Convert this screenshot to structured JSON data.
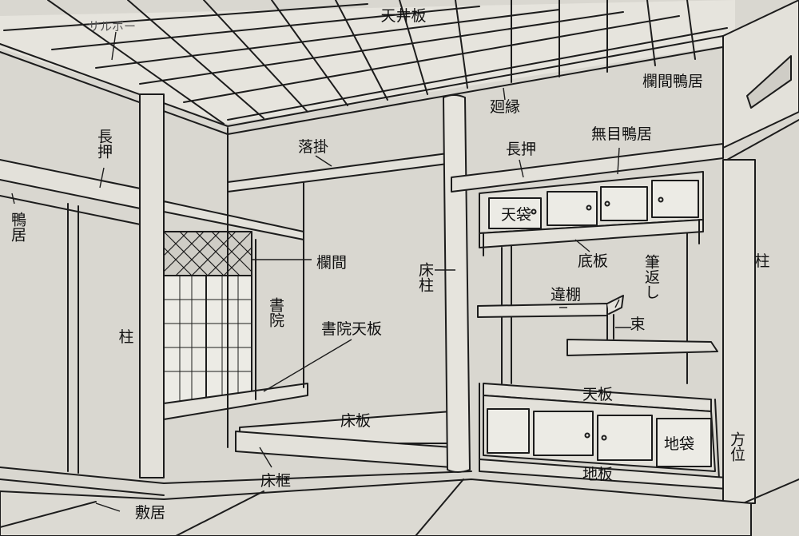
{
  "diagram": {
    "labels": {
      "saobuchi": "サルボー",
      "tenjoita": "天井板",
      "rankan_kamoi": "欄間鴨居",
      "mawaribuchi": "廻縁",
      "nageshi_left": "長押",
      "kamoi_left": "鴨居",
      "otoshigake": "落掛",
      "nageshi_right": "長押",
      "mume_kamoi": "無目鴨居",
      "tenbukuro": "天袋",
      "sokoita": "底板",
      "fudegaeshi": "筆返し",
      "rankan": "欄間",
      "shoin": "書院",
      "tokobashira": "床柱",
      "chigaidana": "違棚",
      "tsuka": "束",
      "shoin_tenita": "書院天板",
      "hashira_left": "柱",
      "hashira_right": "柱",
      "tenita": "天板",
      "tokoita": "床板",
      "jibukuro": "地袋",
      "hoi": "方位",
      "jiita": "地板",
      "tokogamachi": "床框",
      "shikii": "敷居"
    }
  }
}
